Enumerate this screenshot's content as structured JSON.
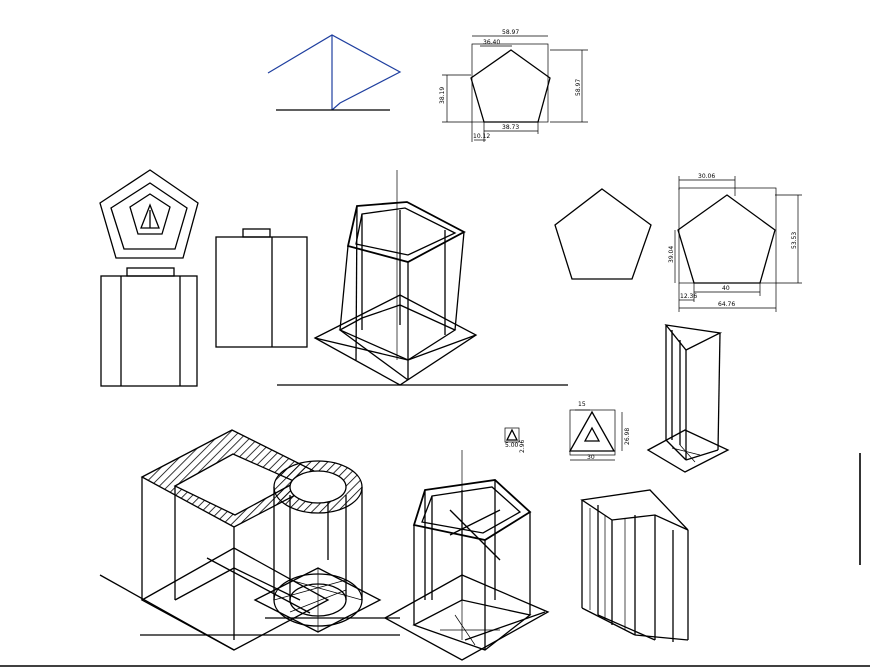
{
  "dimensions": {
    "top_pentagon": {
      "overall_width": "58.97",
      "inner_width": "36.40",
      "side_height": "38.19",
      "overall_height": "58.97",
      "base_width": "38.73",
      "offset": "10.12"
    },
    "right_pentagon": {
      "top_width": "30.06",
      "side_height": "39.04",
      "overall_height": "53.53",
      "base_width": "40",
      "offset": "12.36",
      "overall_width": "64.76"
    },
    "triangle": {
      "top": "15",
      "side": "26.98",
      "bottom": "30"
    },
    "small_triangle": {
      "label_a": "5.00",
      "label_b": "2.96"
    }
  },
  "colors": {
    "line": "#000000",
    "projector": "#1f3f9f",
    "background": "#ffffff"
  }
}
